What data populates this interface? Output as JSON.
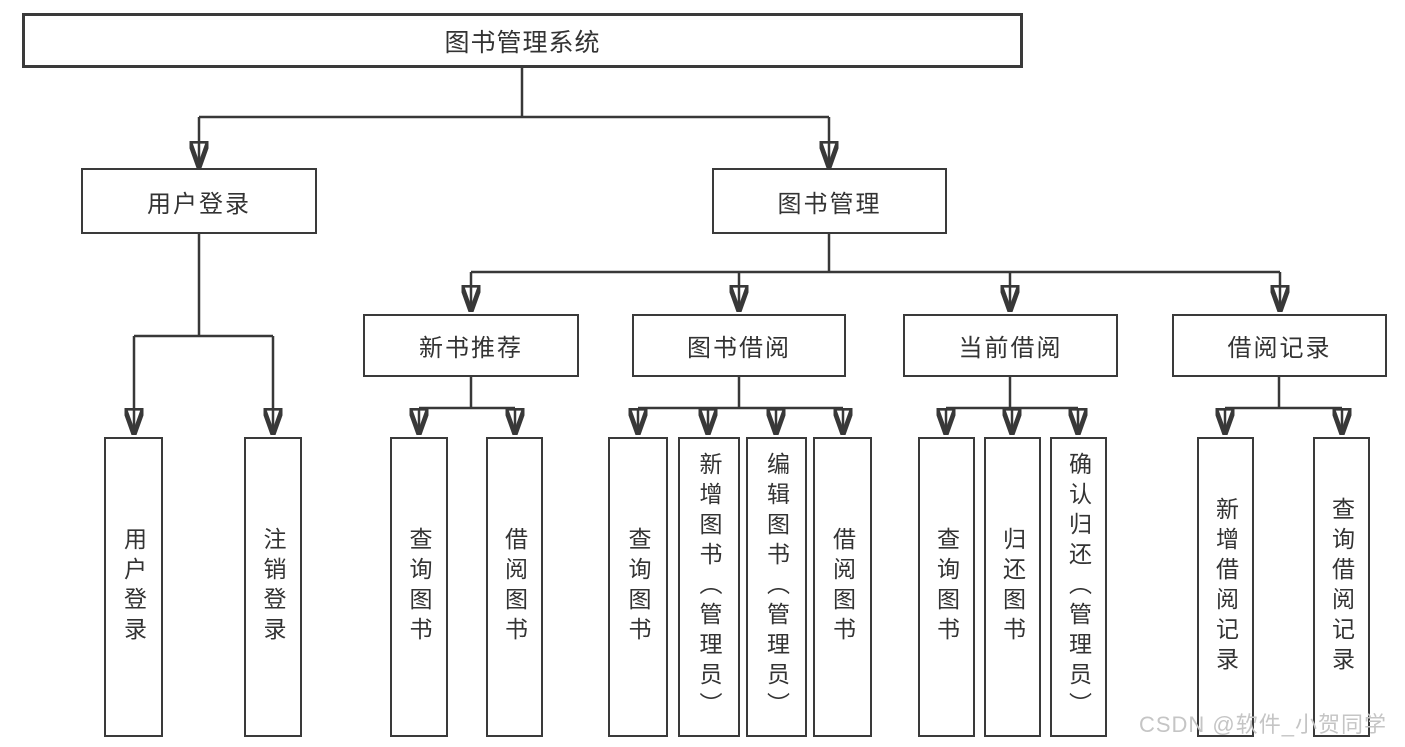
{
  "tree": {
    "root": "图书管理系统",
    "branches": [
      {
        "label": "用户登录",
        "children": [
          {
            "label": "用户登录"
          },
          {
            "label": "注销登录"
          }
        ]
      },
      {
        "label": "图书管理",
        "children": [
          {
            "label": "新书推荐",
            "children": [
              {
                "label": "查询图书"
              },
              {
                "label": "借阅图书"
              }
            ]
          },
          {
            "label": "图书借阅",
            "children": [
              {
                "label": "查询图书"
              },
              {
                "label": "新增图书（管理员）"
              },
              {
                "label": "编辑图书（管理员）"
              },
              {
                "label": "借阅图书"
              }
            ]
          },
          {
            "label": "当前借阅",
            "children": [
              {
                "label": "查询图书"
              },
              {
                "label": "归还图书"
              },
              {
                "label": "确认归还（管理员）"
              }
            ]
          },
          {
            "label": "借阅记录",
            "children": [
              {
                "label": "新增借阅记录"
              },
              {
                "label": "查询借阅记录"
              }
            ]
          }
        ]
      }
    ]
  },
  "watermark": {
    "text": "CSDN @软件_小贺同学"
  },
  "colors": {
    "line": "#383838",
    "box_border": "#3a3a3a",
    "text": "#333333",
    "watermark": "#c5c5c5",
    "background": "#ffffff"
  }
}
